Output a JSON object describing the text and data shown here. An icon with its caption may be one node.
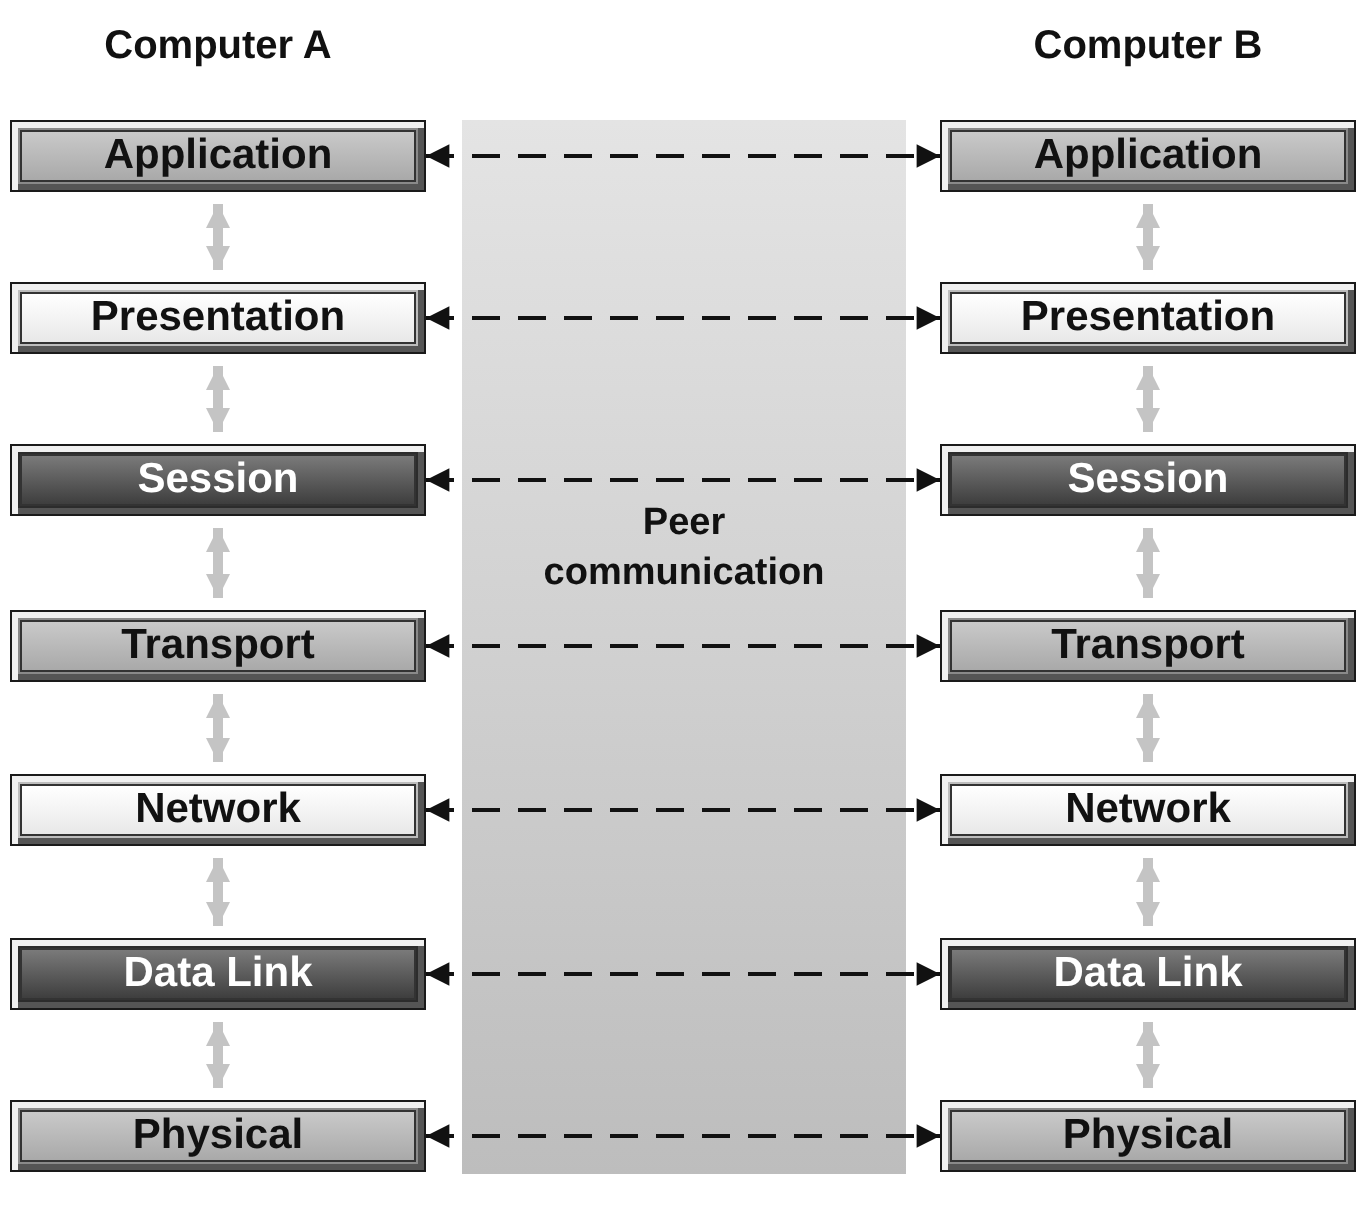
{
  "diagram": {
    "nodes": [
      {
        "text": [
          "Application"
        ]
      },
      {
        "text": [
          "Presentation"
        ]
      },
      {
        "text": [
          "Session"
        ]
      },
      {
        "text": [
          "Transport"
        ]
      },
      {
        "text": [
          "Network"
        ]
      },
      {
        "text": [
          "Data Link"
        ]
      },
      {
        "text": [
          "Physical"
        ]
      },
      {
        "text": [
          "Application"
        ]
      },
      {
        "text": [
          "Presentation"
        ]
      },
      {
        "text": [
          "Session"
        ]
      },
      {
        "text": [
          "Transport"
        ]
      },
      {
        "text": [
          "Network"
        ]
      },
      {
        "text": [
          "Data Link"
        ]
      },
      {
        "text": [
          "Physical"
        ]
      }
    ],
    "edges": [
      {
        "from": 0,
        "to": 7,
        "arrow": "both",
        "style": "dashed",
        "color": "#111111"
      },
      {
        "from": 1,
        "to": 8,
        "arrow": "both",
        "style": "dashed",
        "color": "#111111"
      },
      {
        "from": 2,
        "to": 9,
        "arrow": "both",
        "style": "dashed",
        "color": "#111111"
      },
      {
        "from": 3,
        "to": 10,
        "arrow": "both",
        "style": "dashed",
        "color": "#111111"
      },
      {
        "from": 4,
        "to": 11,
        "arrow": "both",
        "style": "dashed",
        "color": "#111111"
      },
      {
        "from": 5,
        "to": 12,
        "arrow": "both",
        "style": "dashed",
        "color": "#111111"
      },
      {
        "from": 6,
        "to": 13,
        "arrow": "both",
        "style": "dashed",
        "color": "#111111"
      },
      {
        "from": 0,
        "to": 1,
        "arrow": "both"
      },
      {
        "from": 1,
        "to": 2,
        "arrow": "both"
      },
      {
        "from": 2,
        "to": 3,
        "arrow": "both"
      },
      {
        "from": 3,
        "to": 4,
        "arrow": "both"
      },
      {
        "from": 4,
        "to": 5,
        "arrow": "both"
      },
      {
        "from": 5,
        "to": 6,
        "arrow": "both"
      },
      {
        "from": 7,
        "to": 8,
        "arrow": "both"
      },
      {
        "from": 8,
        "to": 9,
        "arrow": "both"
      },
      {
        "from": 9,
        "to": 10,
        "arrow": "both"
      },
      {
        "from": 10,
        "to": 11,
        "arrow": "both"
      },
      {
        "from": 11,
        "to": 12,
        "arrow": "both"
      },
      {
        "from": 12,
        "to": 13,
        "arrow": "both"
      }
    ],
    "labels": [
      "Computer A",
      "Computer B",
      "Peer communication"
    ]
  }
}
